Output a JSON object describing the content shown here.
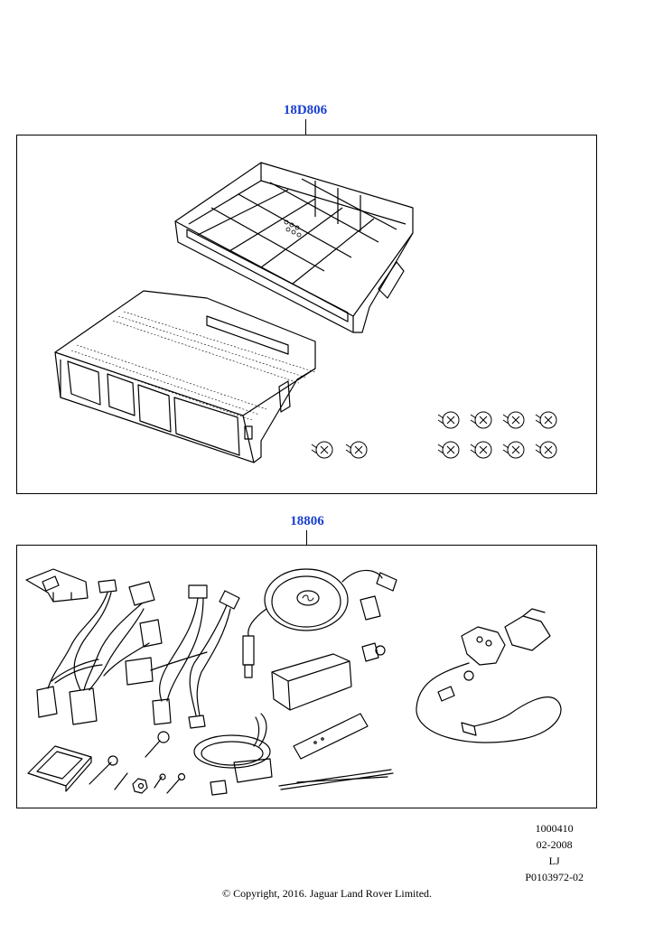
{
  "callouts": {
    "top": "18D806",
    "bottom": "18806"
  },
  "meta": {
    "line1": "1000410",
    "line2": "02-2008",
    "line3": "LJ",
    "line4": "P0103972-02"
  },
  "copyright": "© Copyright, 2016. Jaguar Land Rover Limited."
}
